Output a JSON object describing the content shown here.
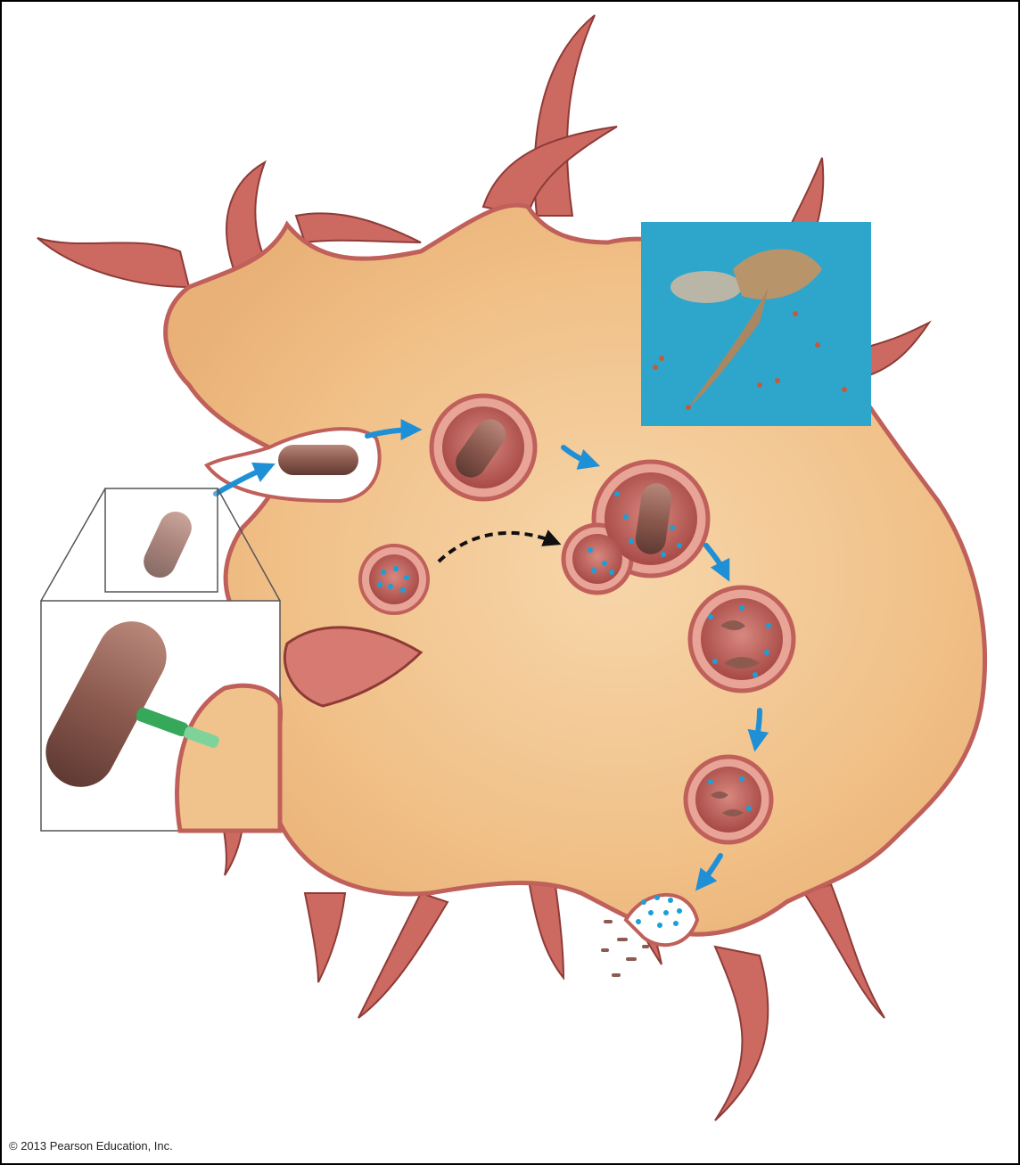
{
  "copyright": "© 2013 Pearson Education, Inc.",
  "colors": {
    "cytoplasm": "#f1c38c",
    "cytoplasm_light": "#f8dcb3",
    "membrane": "#c0605a",
    "membrane_dark": "#8e3b38",
    "vesicle_fill": "#c9706a",
    "bacterium": "#8c5a4f",
    "enzyme_dot": "#1aa0d8",
    "arrow": "#1f8fd6",
    "micrograph_bg": "#2ea6cc",
    "receptor": "#35a85a"
  },
  "diagram": {
    "subject": "phagocytic cell engulfing bacterium",
    "steps": [
      {
        "id": "binding"
      },
      {
        "id": "pseudopodia-engulf"
      },
      {
        "id": "phagosome"
      },
      {
        "id": "lysosome-fusion"
      },
      {
        "id": "digestion"
      },
      {
        "id": "residual-body"
      },
      {
        "id": "exocytosis"
      }
    ],
    "inset": {
      "type": "zoom-detail",
      "shows": "bacterium attached to receptor on membrane"
    },
    "micrograph": {
      "type": "SEM photo inset"
    }
  }
}
